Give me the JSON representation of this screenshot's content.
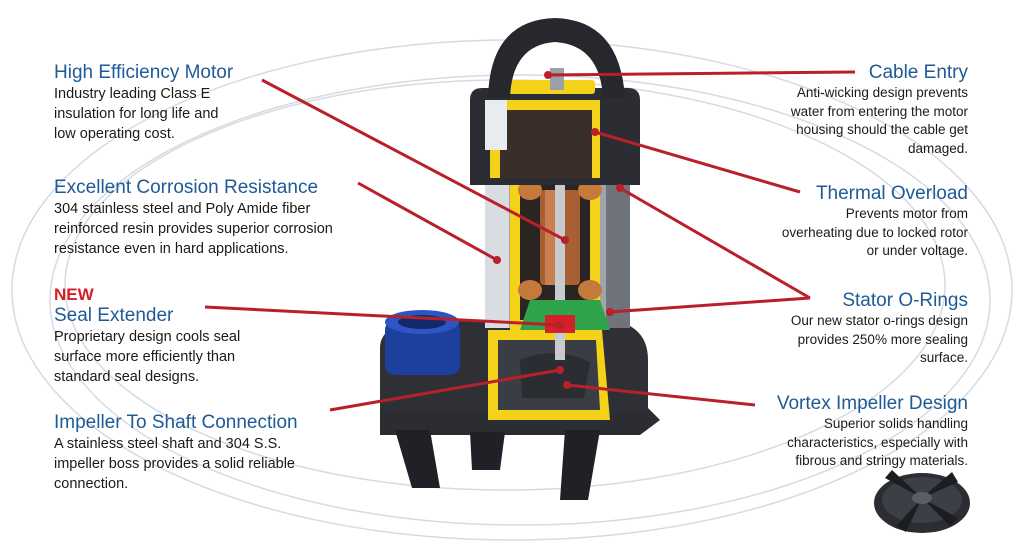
{
  "callouts": {
    "motor": {
      "title": "High Efficiency Motor",
      "lines": [
        "Industry leading Class E",
        "insulation for long life and",
        "low operating cost."
      ]
    },
    "corrosion": {
      "title": "Excellent Corrosion Resistance",
      "lines": [
        "304 stainless steel and Poly Amide fiber",
        "reinforced resin provides superior corrosion",
        "resistance even in hard applications."
      ]
    },
    "seal": {
      "badge": "NEW",
      "title": "Seal Extender",
      "lines": [
        "Proprietary design cools seal",
        "surface more efficiently than",
        "standard seal designs."
      ]
    },
    "impeller_shaft": {
      "title": "Impeller To Shaft Connection",
      "lines": [
        "A stainless steel shaft and 304 S.S.",
        "impeller boss provides a solid reliable",
        "connection."
      ]
    },
    "cable": {
      "title": "Cable Entry",
      "lines": [
        "Anti-wicking design prevents",
        "water from entering the motor",
        "housing should the cable get",
        "damaged."
      ]
    },
    "thermal": {
      "title": "Thermal Overload",
      "lines": [
        "Prevents motor from",
        "overheating due to locked rotor",
        "or under voltage."
      ]
    },
    "stator": {
      "title": "Stator O-Rings",
      "lines": [
        "Our new stator o-rings design",
        "provides 250% more sealing",
        "surface."
      ]
    },
    "vortex": {
      "title": "Vortex Impeller Design",
      "lines": [
        "Superior solids handling",
        "characteristics, especially with",
        "fibrous and stringy materials."
      ]
    }
  },
  "colors": {
    "heading": "#1f5a96",
    "new_badge": "#d42027",
    "leader_line": "#b8202a",
    "cutaway_yellow": "#f5d21a",
    "seal_green": "#2fa34a",
    "pump_body": "#2b2d33"
  }
}
